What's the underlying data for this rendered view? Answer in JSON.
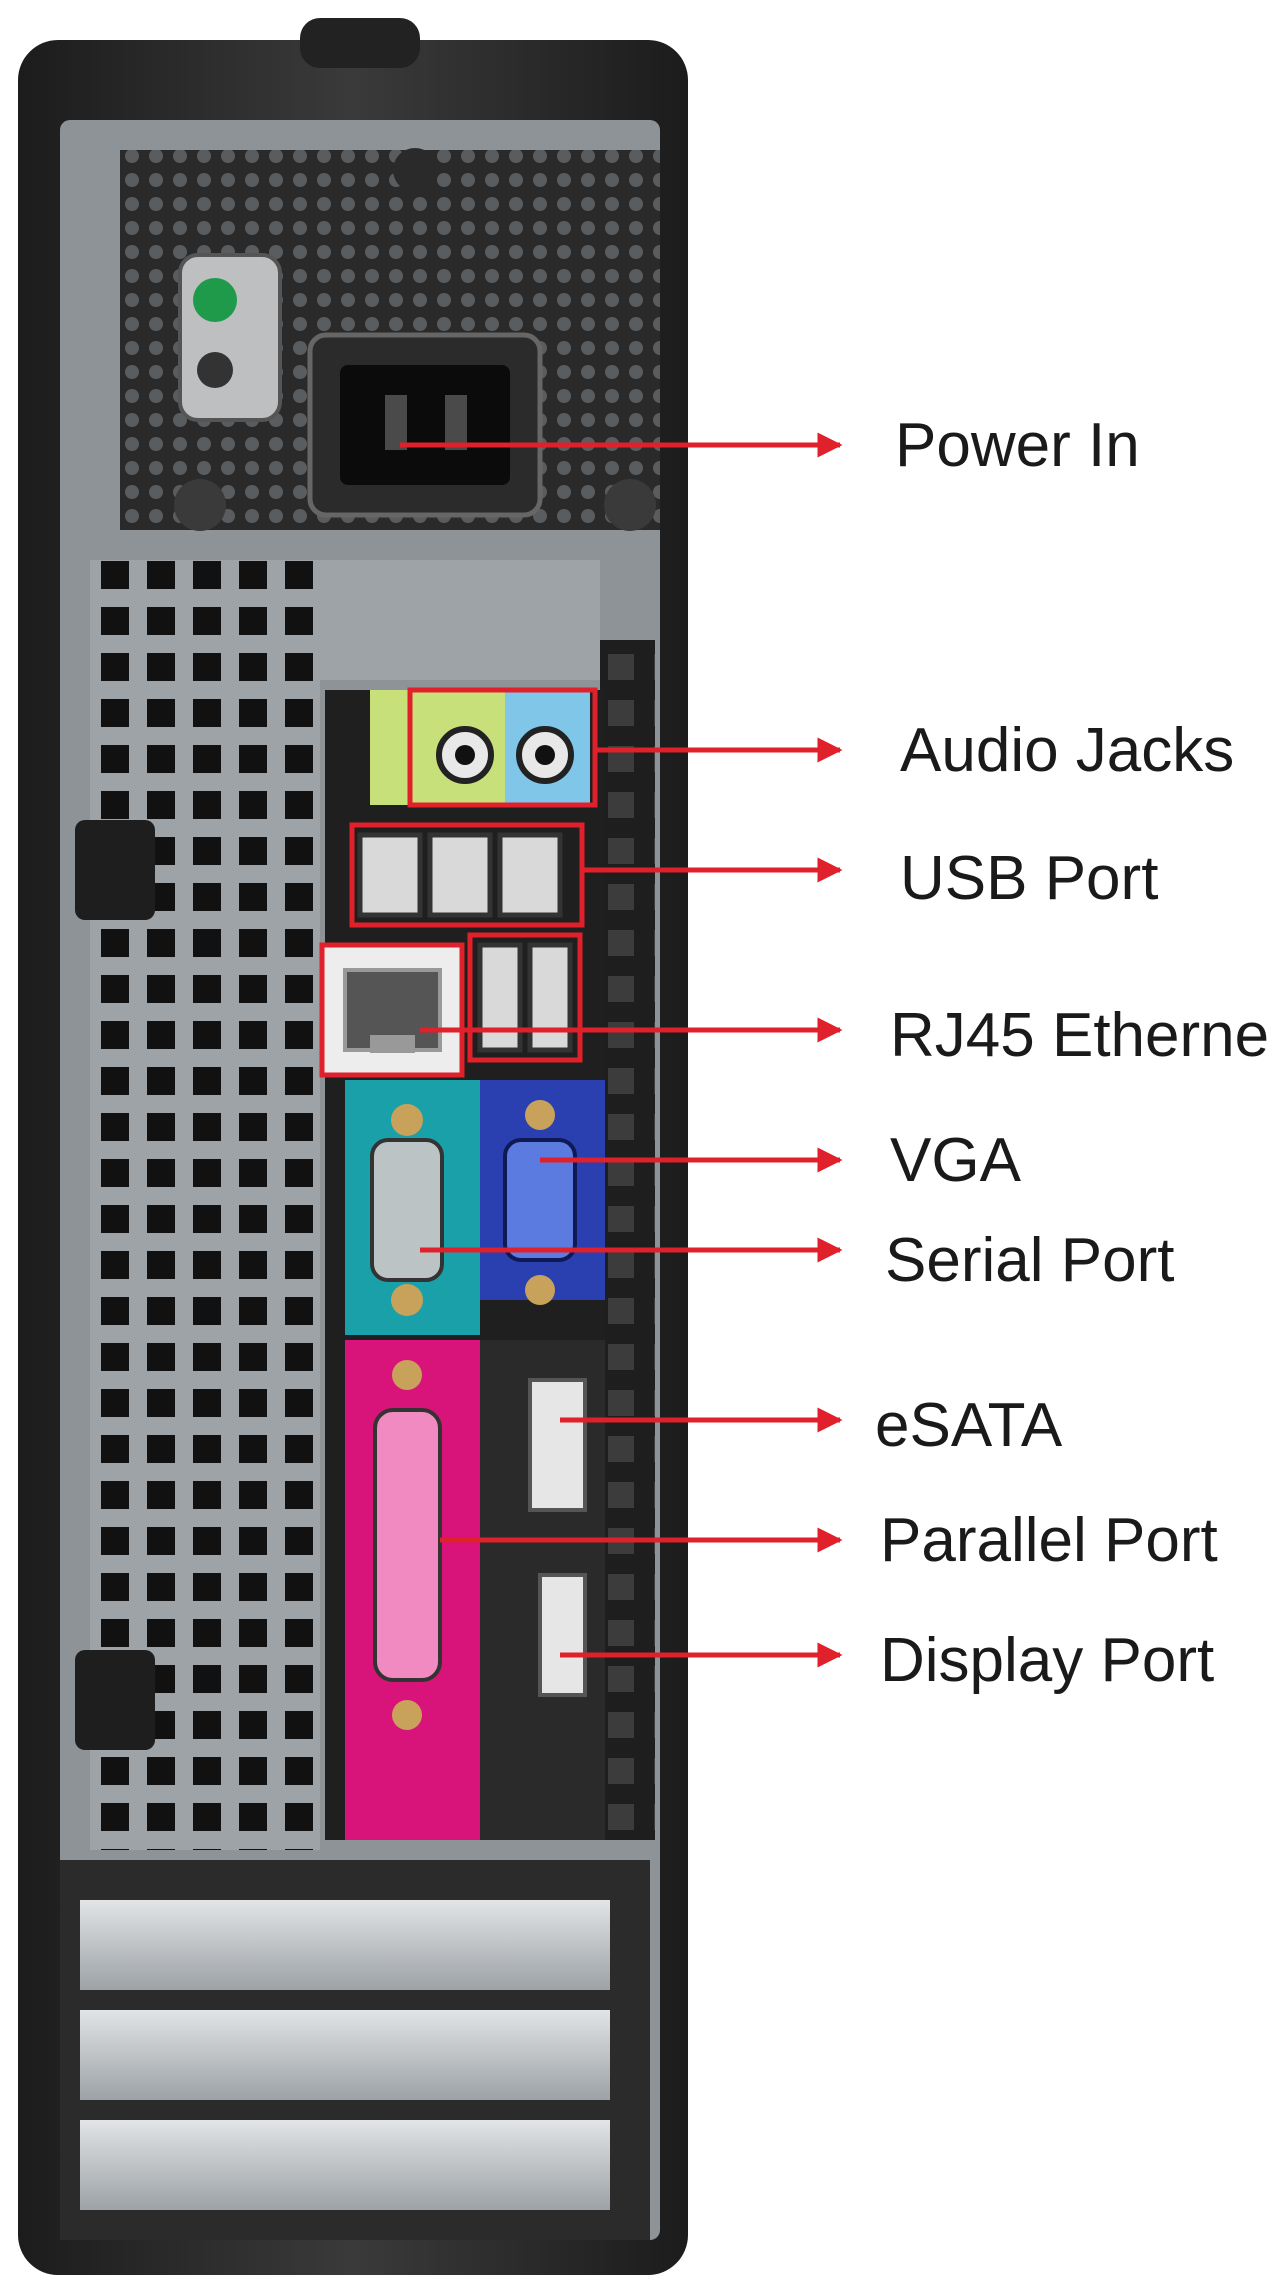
{
  "theme": {
    "background": "#ffffff",
    "case_black": "#2b2b2b",
    "panel_gray": "#9ea3a8",
    "leader_red": "#e0202a",
    "audio_green": "#c8e07a",
    "audio_blue": "#7fc6e8",
    "serial_teal": "#1aa0a8",
    "vga_blue": "#2a3fb0",
    "parallel_pink": "#d8147a",
    "label_text": "#1a1a1a"
  },
  "callouts": [
    {
      "id": "power-in",
      "text": "Power In",
      "icon": "power-socket-icon"
    },
    {
      "id": "audio-jacks",
      "text": "Audio Jacks",
      "icon": "audio-jack-icon"
    },
    {
      "id": "usb-port",
      "text": "USB Port",
      "icon": "usb-icon"
    },
    {
      "id": "rj45-ethernet",
      "text": "RJ45 Etherne",
      "icon": "ethernet-icon"
    },
    {
      "id": "vga",
      "text": "VGA",
      "icon": "vga-icon"
    },
    {
      "id": "serial-port",
      "text": "Serial Port",
      "icon": "serial-icon"
    },
    {
      "id": "esata",
      "text": "eSATA",
      "icon": "esata-icon"
    },
    {
      "id": "parallel-port",
      "text": "Parallel Port",
      "icon": "parallel-icon"
    },
    {
      "id": "display-port",
      "text": "Display Port",
      "icon": "displayport-icon"
    }
  ]
}
